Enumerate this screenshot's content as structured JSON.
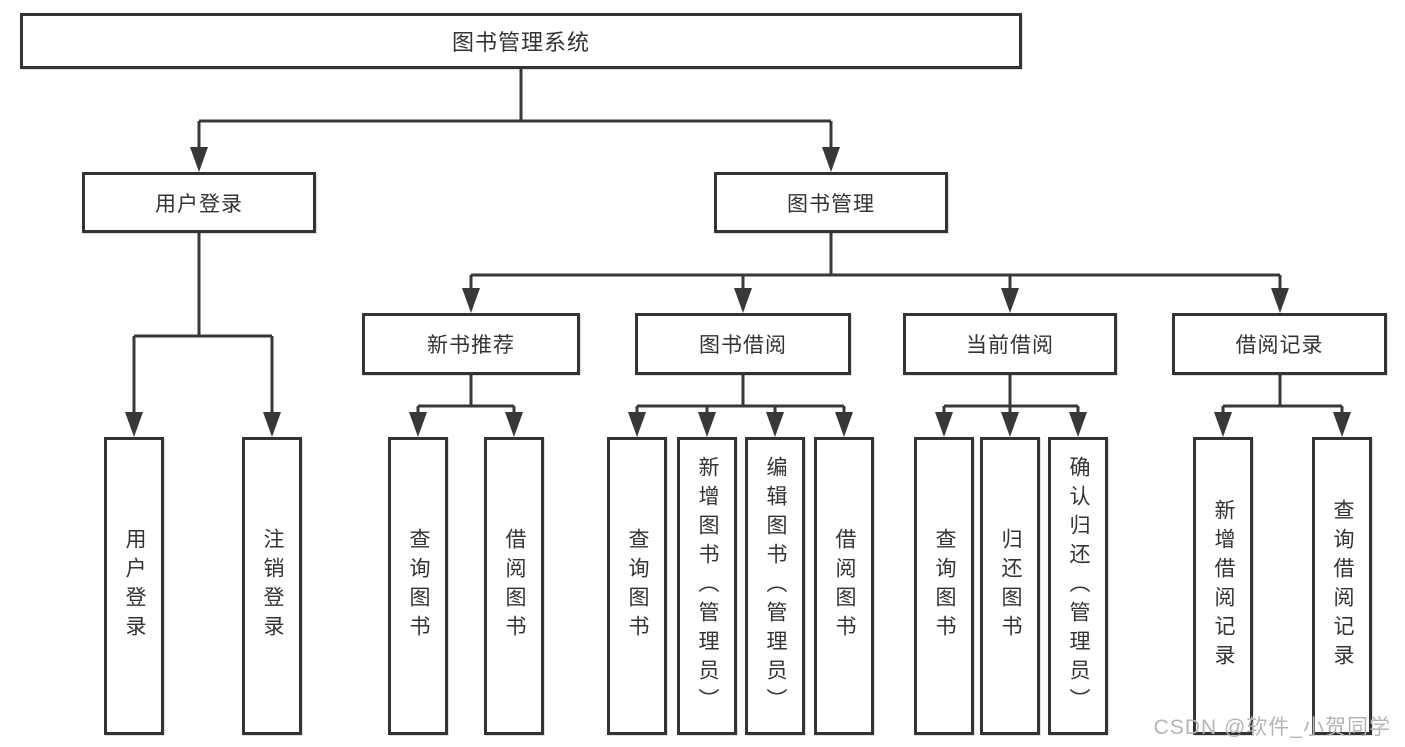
{
  "root": {
    "label": "图书管理系统"
  },
  "level2": {
    "user_login": {
      "label": "用户登录"
    },
    "book_management": {
      "label": "图书管理"
    }
  },
  "level3": {
    "new_book": {
      "label": "新书推荐"
    },
    "book_borrow": {
      "label": "图书借阅"
    },
    "current_borrow": {
      "label": "当前借阅"
    },
    "borrow_records": {
      "label": "借阅记录"
    }
  },
  "leaves": {
    "user_login": [
      "用户登录",
      "注销登录"
    ],
    "new_book": [
      "查询图书",
      "借阅图书"
    ],
    "book_borrow": [
      "查询图书",
      "新增图书（管理员）",
      "编辑图书（管理员）",
      "借阅图书"
    ],
    "current_borrow": [
      "查询图书",
      "归还图书",
      "确认归还（管理员）"
    ],
    "borrow_records": [
      "新增借阅记录",
      "查询借阅记录"
    ]
  },
  "watermark": {
    "text": "CSDN @软件_小贺同学"
  },
  "colors": {
    "line": "#383838",
    "box_border": "#333333",
    "box_background": "#ffffff",
    "text": "#333333",
    "watermark": "#b5b5b5",
    "background": "#ffffff"
  }
}
